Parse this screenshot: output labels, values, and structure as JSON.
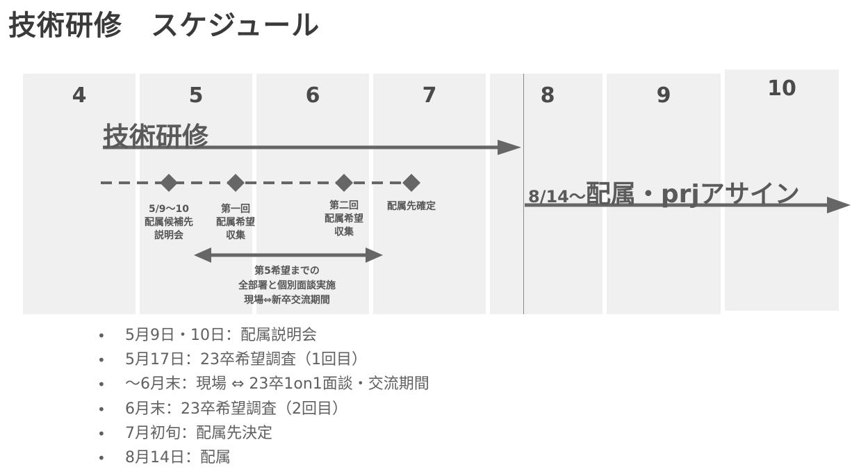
{
  "title": "技術研修　スケジュール",
  "months": [
    "4",
    "5",
    "6",
    "7",
    "8",
    "9",
    "10"
  ],
  "phases": {
    "training": "技術研修",
    "assignment": "8/14～配属・prjアサイン"
  },
  "milestones": [
    {
      "label": "5/9～10\n配属候補先\n説明会"
    },
    {
      "label": "第一回\n配属希望\n収集"
    },
    {
      "label": "第二回\n配属希望\n収集"
    },
    {
      "label": "配属先確定"
    }
  ],
  "interview_period": "第5希望までの\n全部署と個別面談実施\n現場⇔新卒交流期間",
  "notes": [
    "5月9日・10日：配属説明会",
    "5月17日：23卒希望調査（1回目）",
    "～6月末：現場 ⇔ 23卒1on1面談・交流期間",
    "6月末：23卒希望調査（2回目）",
    "7月初旬：配属先決定",
    "8月14日：配属"
  ],
  "colors": {
    "band": "#f0f0f0",
    "arrow": "#666666",
    "text": "#555555"
  }
}
